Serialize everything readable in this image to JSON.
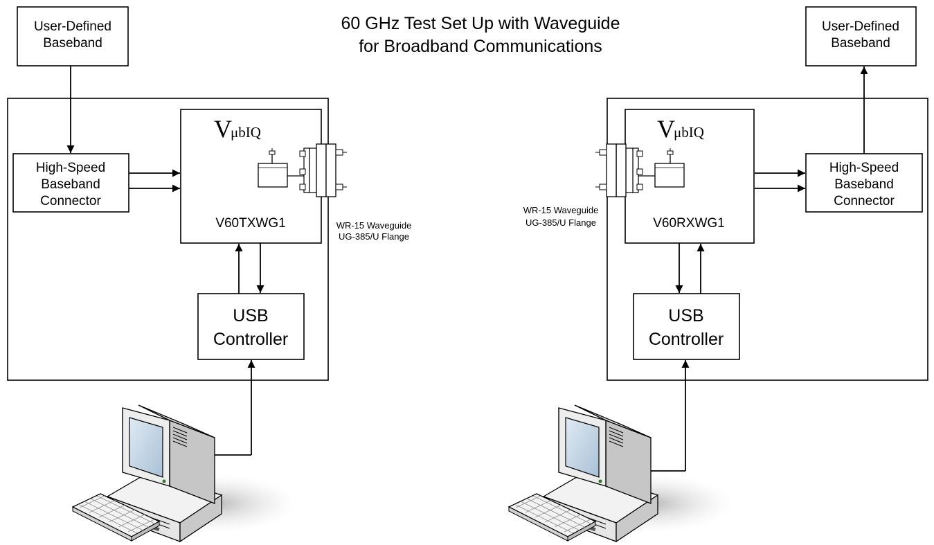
{
  "title": {
    "line1": "60 GHz Test Set Up with Waveguide",
    "line2": "for Broadband Communications"
  },
  "transmitter": {
    "baseband": {
      "line1": "User-Defined",
      "line2": "Baseband"
    },
    "connector": {
      "line1": "High-Speed",
      "line2": "Baseband",
      "line3": "Connector"
    },
    "logo": {
      "big": "V",
      "small": "μbIQ"
    },
    "module": "V60TXWG1",
    "usb": {
      "line1": "USB",
      "line2": "Controller"
    },
    "waveguide": {
      "line1": "WR-15 Waveguide",
      "line2": "UG-385/U Flange"
    }
  },
  "receiver": {
    "baseband": {
      "line1": "User-Defined",
      "line2": "Baseband"
    },
    "connector": {
      "line1": "High-Speed",
      "line2": "Baseband",
      "line3": "Connector"
    },
    "logo": {
      "big": "V",
      "small": "μbIQ"
    },
    "module": "V60RXWG1",
    "usb": {
      "line1": "USB",
      "line2": "Controller"
    },
    "waveguide": {
      "line1": "WR-15 Waveguide",
      "line2": "UG-385/U Flange"
    }
  },
  "icons": {
    "tx_computer": "desktop-computer-icon",
    "rx_computer": "desktop-computer-icon",
    "flange": "waveguide-flange-icon"
  }
}
